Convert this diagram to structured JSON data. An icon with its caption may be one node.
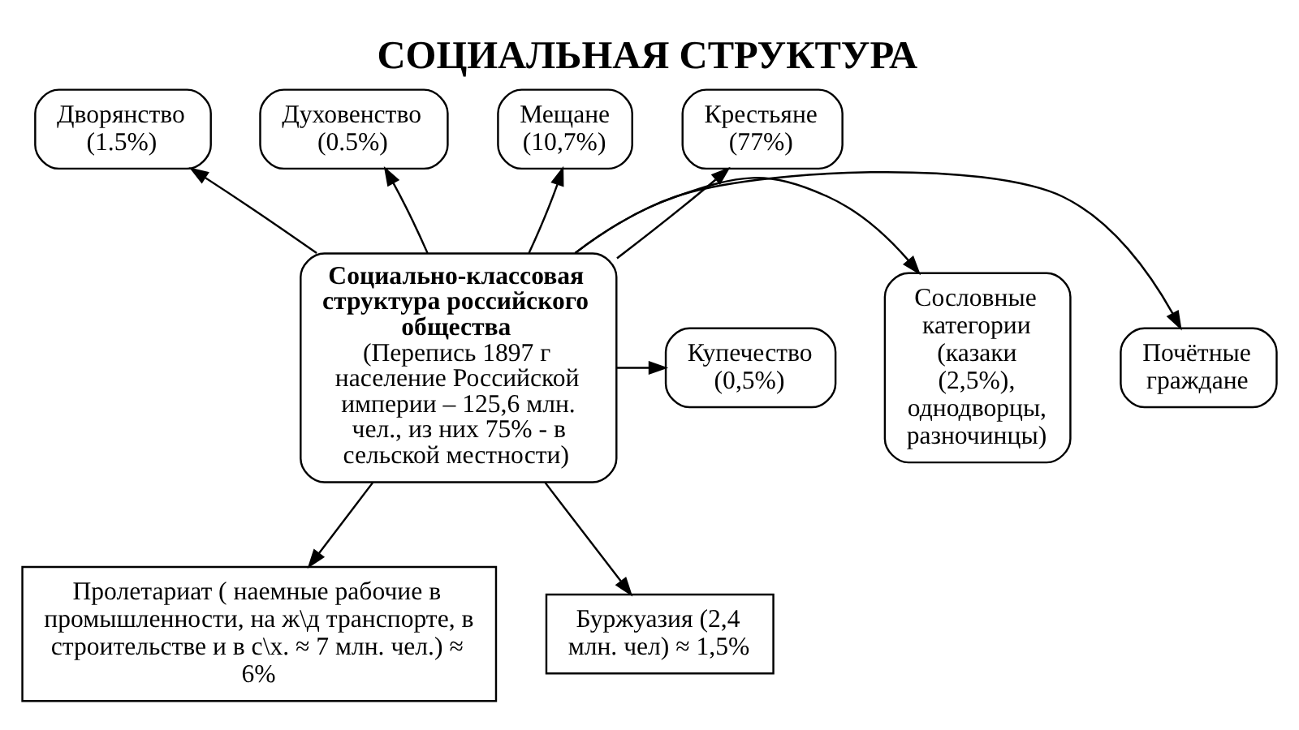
{
  "diagram": {
    "title": "СОЦИАЛЬНАЯ СТРУКТУРА",
    "nodes": [
      {
        "text": [
          "Социально-классовая структура российского общества",
          "(Перепись 1897 г население Российской империи – 125,6 млн. чел., из них 75% - в сельской местности)"
        ]
      },
      {
        "text": [
          "Дворянство (1.5%)"
        ]
      },
      {
        "text": [
          "Духовенство (0.5%)"
        ]
      },
      {
        "text": [
          "Мещане (10,7%)"
        ]
      },
      {
        "text": [
          "Крестьяне (77%)"
        ]
      },
      {
        "text": [
          "Почётные граждане"
        ]
      },
      {
        "text": [
          "Сословные категории (казаки (2,5%), однодворцы, разночинцы)"
        ]
      },
      {
        "text": [
          "Купечество (0,5%)"
        ]
      },
      {
        "text": [
          "Пролетариат ( наемные рабочие в промышленности, на ж\\д транспорте, в строительстве и в с\\х. ≈ 7 млн. чел.) ≈ 6%"
        ]
      },
      {
        "text": [
          "Буржуазия (2,4 млн. чел) ≈ 1,5%"
        ]
      }
    ],
    "edges": [
      {
        "from": 0,
        "to": 1,
        "arrow": "to"
      },
      {
        "from": 0,
        "to": 2,
        "arrow": "to"
      },
      {
        "from": 0,
        "to": 3,
        "arrow": "to"
      },
      {
        "from": 0,
        "to": 4,
        "arrow": "to"
      },
      {
        "from": 0,
        "to": 5,
        "arrow": "to"
      },
      {
        "from": 0,
        "to": 7,
        "arrow": "to"
      },
      {
        "from": 0,
        "to": 6,
        "arrow": "to"
      },
      {
        "from": 0,
        "to": 8,
        "arrow": "to"
      },
      {
        "from": 0,
        "to": 9,
        "arrow": "to"
      }
    ]
  }
}
